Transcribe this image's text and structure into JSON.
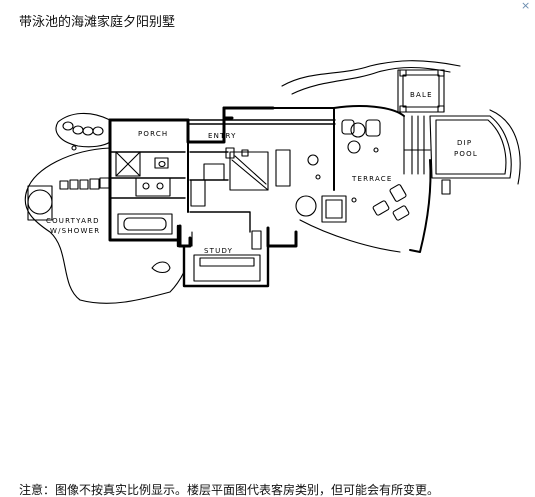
{
  "page": {
    "title": "带泳池的海滩家庭夕阳别墅",
    "footnote": "注意：图像不按真实比例显示。楼层平面图代表客房类别，但可能会有所变更。"
  },
  "controls": {
    "close_icon": "close-icon",
    "close_glyph": "×"
  },
  "floor_plan": {
    "rooms": {
      "porch": "PORCH",
      "entry": "ENTRY",
      "bale": "BALE",
      "dip_pool": [
        "DIP",
        "POOL"
      ],
      "terrace": "TERRACE",
      "courtyard": [
        "COURTYARD",
        "W/SHOWER"
      ],
      "study": "STUDY"
    }
  }
}
